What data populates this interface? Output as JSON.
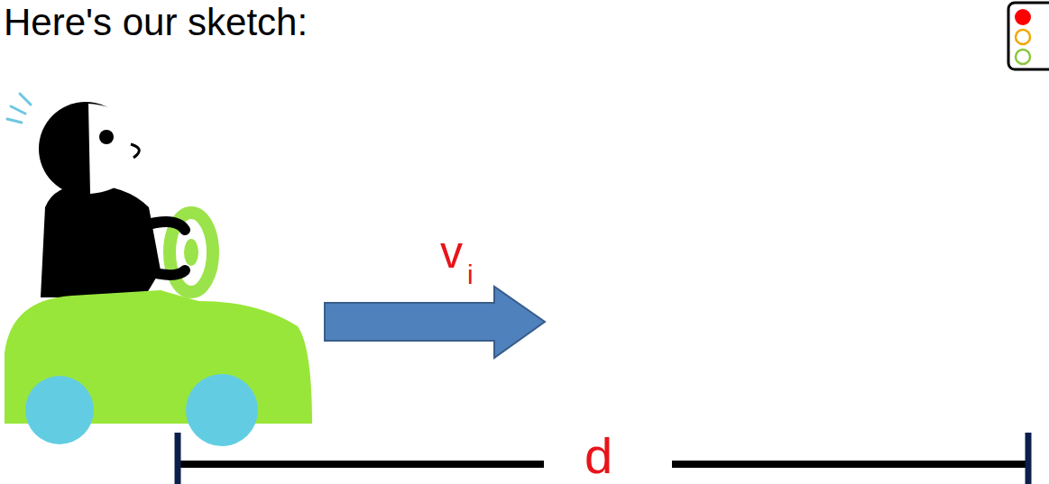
{
  "diagram": {
    "title": "Here's our sketch:",
    "labels": [
      "v",
      "i",
      "d"
    ]
  }
}
